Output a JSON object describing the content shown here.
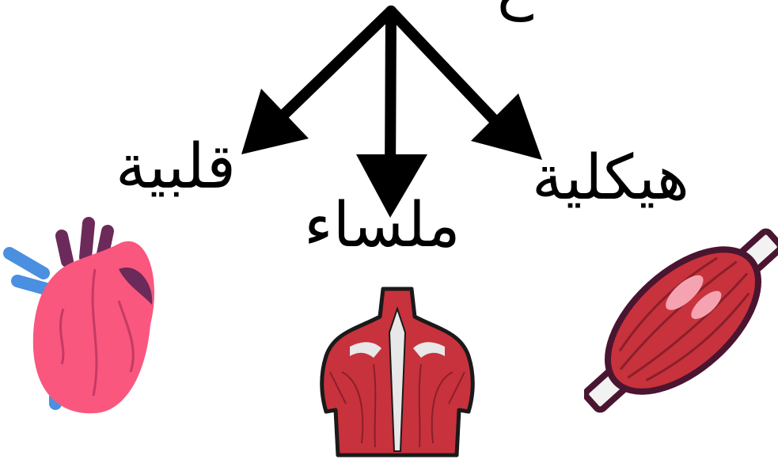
{
  "top_label_fragment": "ع",
  "branches": {
    "cardiac": {
      "label": "قلبية",
      "icon": "heart-icon"
    },
    "smooth": {
      "label": "ملساء",
      "icon": "torso-muscles-icon"
    },
    "skeletal": {
      "label": "هيكلية",
      "icon": "muscle-fiber-icon"
    }
  },
  "colors": {
    "arrow": "#000000",
    "heart_pink": "#f9577e",
    "heart_dark": "#6b2a59",
    "vessel_blue": "#4a8fe0",
    "muscle_red": "#c8323c",
    "muscle_dark": "#8a1f2a",
    "tendon": "#f2f2f2"
  }
}
